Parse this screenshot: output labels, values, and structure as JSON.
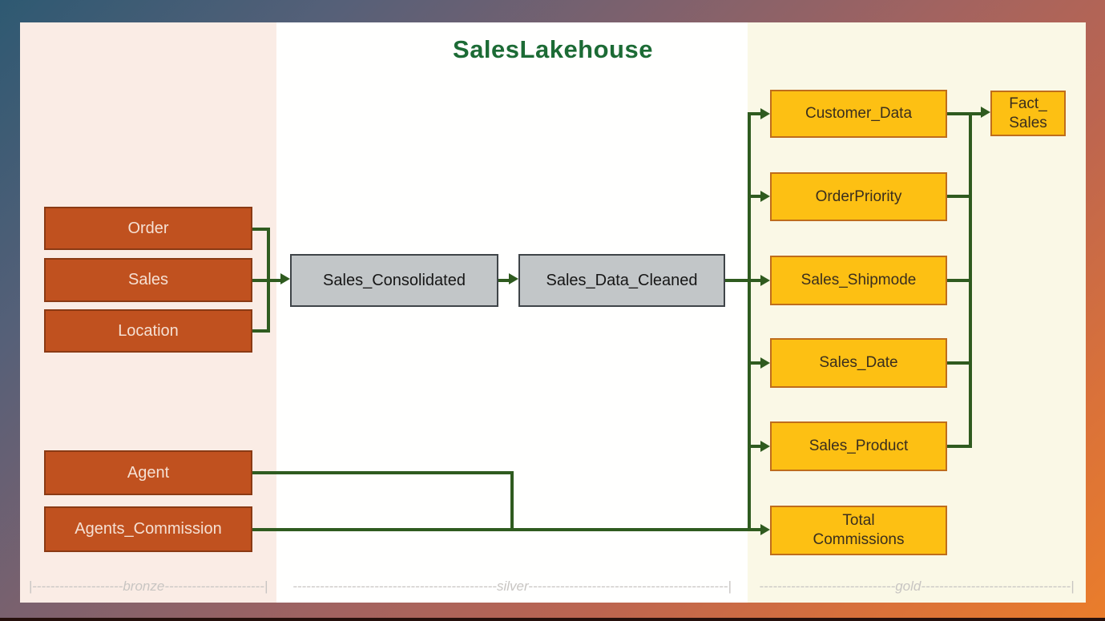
{
  "title": "SalesLakehouse",
  "colors": {
    "connector_green": "#2F5B1F",
    "title_green": "#1C6B35",
    "bronze_node_fill": "#C0511F",
    "silver_node_fill": "#C2C6C8",
    "gold_node_fill": "#FDC013"
  },
  "zones": {
    "bronze": {
      "name": "bronze",
      "ruler": "|--------------------bronze----------------------|"
    },
    "silver": {
      "name": "silver",
      "ruler": "---------------------------------------------silver--------------------------------------------|"
    },
    "gold": {
      "name": "gold",
      "ruler": "------------------------------gold---------------------------------|"
    }
  },
  "nodes": {
    "order": "Order",
    "sales": "Sales",
    "location": "Location",
    "agent": "Agent",
    "agents_commission": "Agents_Commission",
    "sales_consolidated": "Sales_Consolidated",
    "sales_data_cleaned": "Sales_Data_Cleaned",
    "customer_data": "Customer_Data",
    "order_priority": "OrderPriority",
    "sales_shipmode": "Sales_Shipmode",
    "sales_date": "Sales_Date",
    "sales_product": "Sales_Product",
    "total_commissions": "Total\nCommissions",
    "fact_sales": "Fact_\nSales"
  }
}
